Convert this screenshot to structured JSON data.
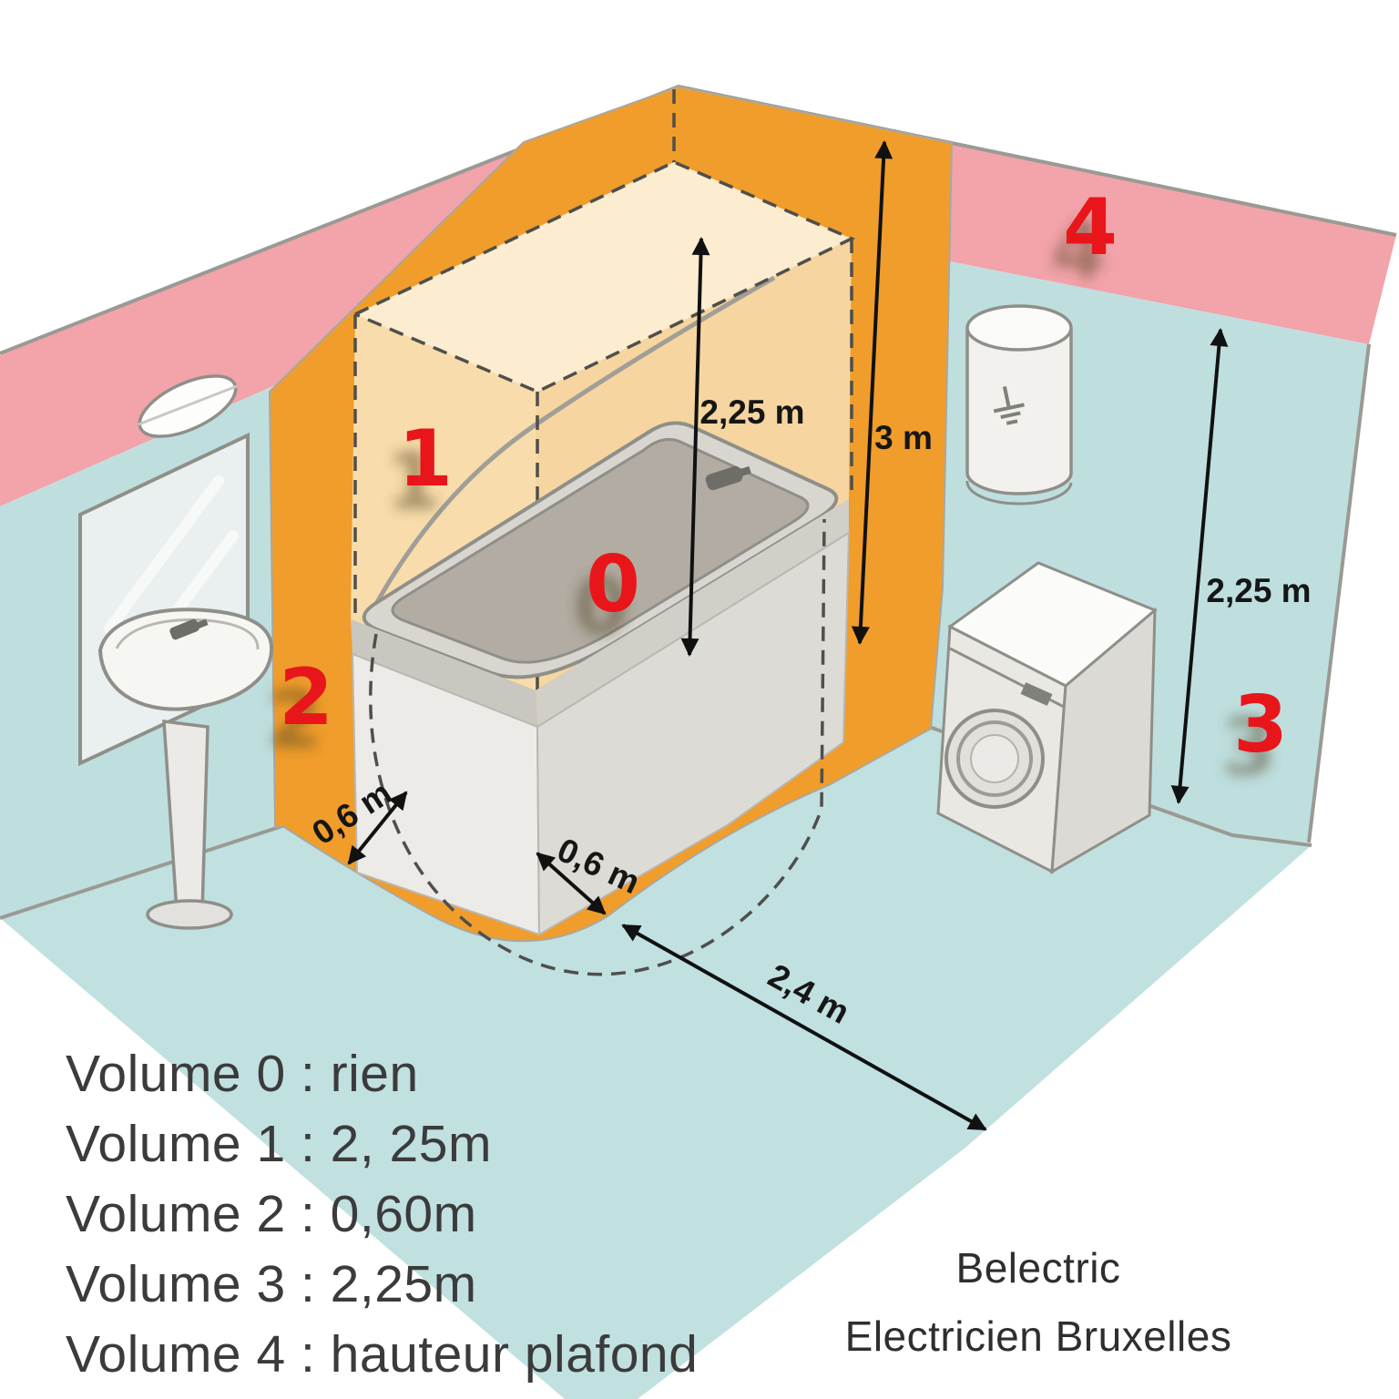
{
  "zone_labels": {
    "v0": "0",
    "v1": "1",
    "v2": "2",
    "v3": "3",
    "v4": "4"
  },
  "measurements": {
    "above_bath_height": "2,25 m",
    "ceiling_height": "3 m",
    "wall_height": "2,25 m",
    "strip_width_left": "0,6 m",
    "strip_width_right": "0,6 m",
    "floor_distance": "2,4 m"
  },
  "legend": {
    "lines": [
      "Volume 0 : rien",
      "Volume 1 : 2, 25m",
      "Volume 2 : 0,60m",
      "Volume 3 : 2,25m",
      "Volume 4 : hauteur plafond"
    ]
  },
  "brand": {
    "line1": "Belectric",
    "line2": "Electricien Bruxelles"
  },
  "colors": {
    "zone_number_red": "#e8161b",
    "volume4_pink": "#f3a3aa",
    "volume2_orange": "#f09d2b",
    "volume1_cream": "#f8dcab",
    "wall_teal": "#bfdfdf",
    "floor_teal": "#c1e0e0"
  }
}
